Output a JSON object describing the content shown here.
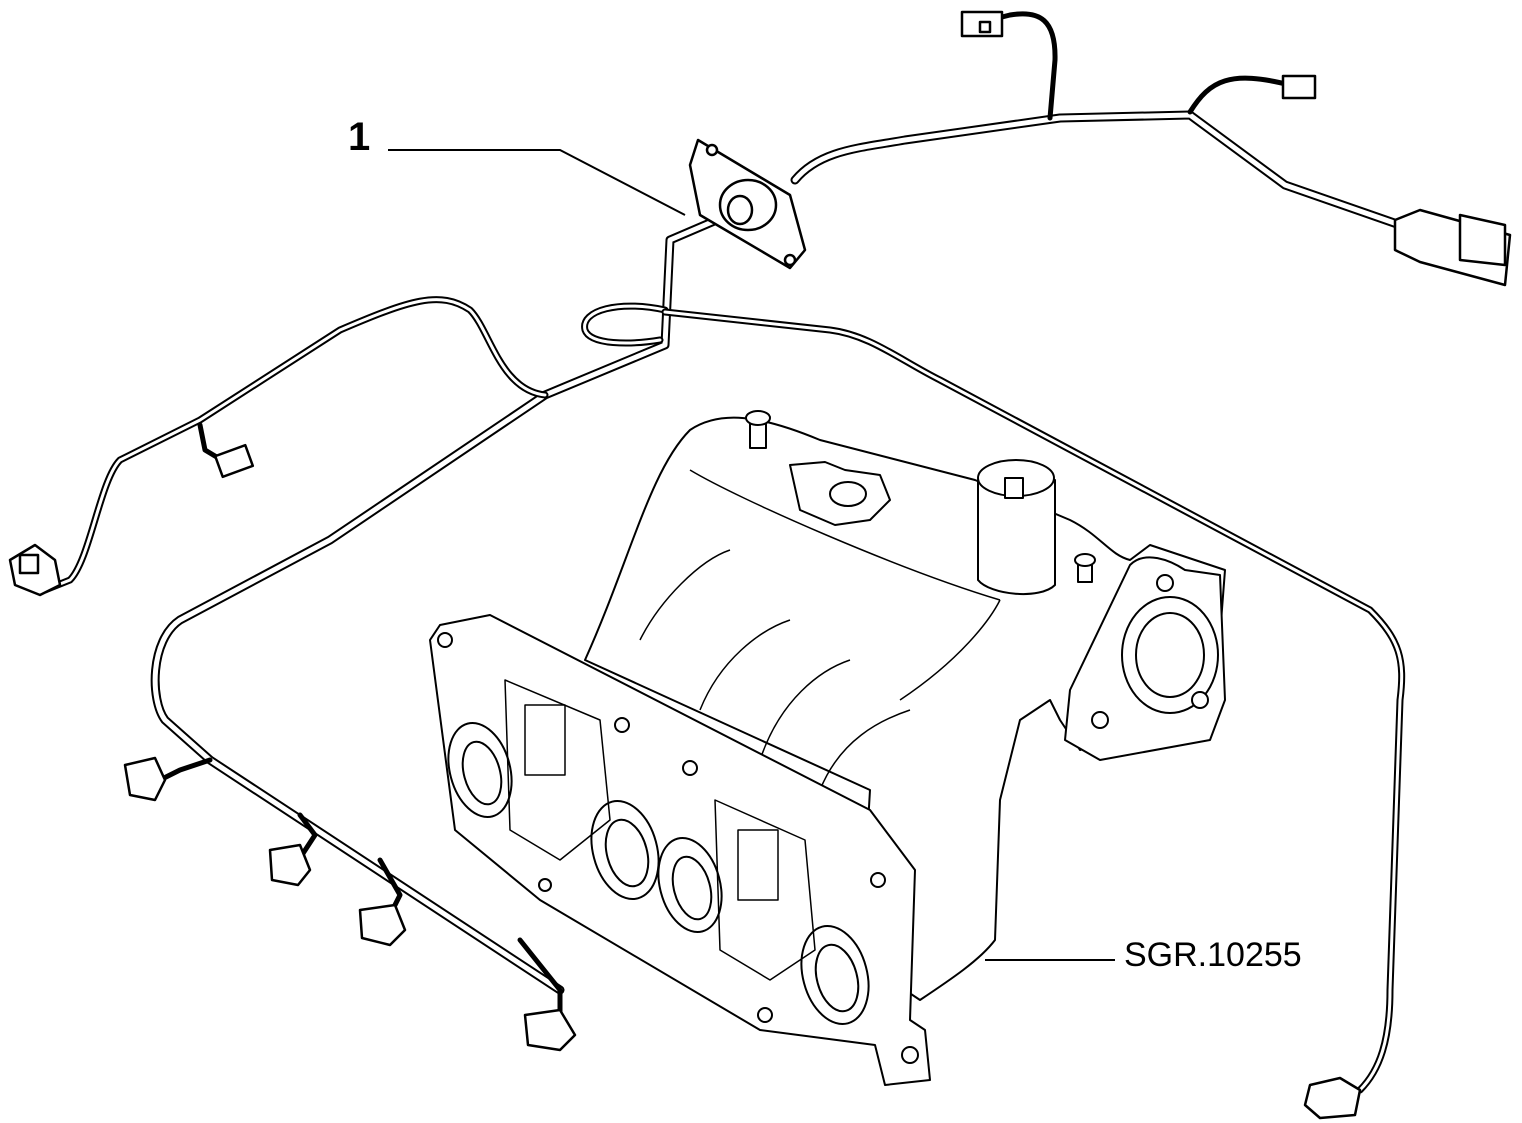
{
  "diagram": {
    "callouts": [
      {
        "number": "1",
        "part": "wiring-harness"
      }
    ],
    "reference_code": "SGR.10255",
    "colors": {
      "line": "#000000",
      "background": "#ffffff",
      "fill": "#ffffff"
    }
  }
}
